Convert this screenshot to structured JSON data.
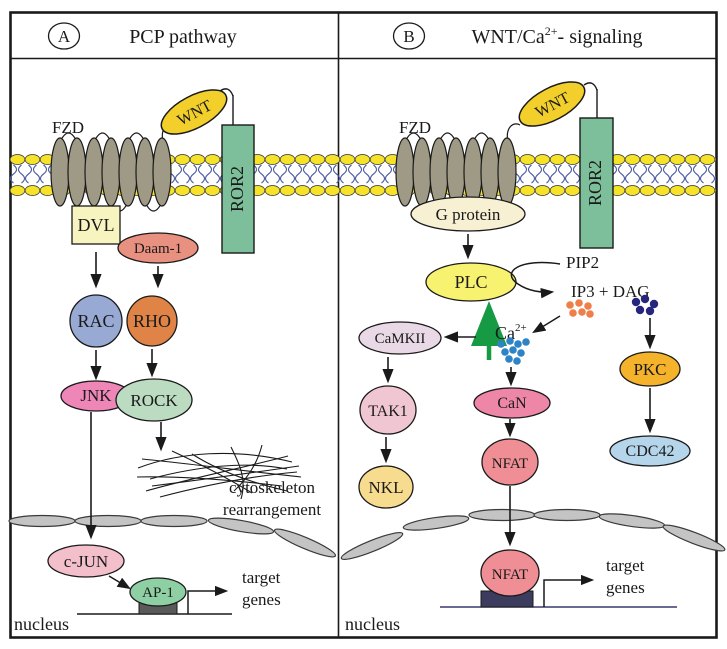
{
  "colors": {
    "border": "#1a1a1a",
    "membrane_head": "#f6e229",
    "membrane_tail": "#4a5aa0",
    "helix": "#9e9a85",
    "wnt": "#f2cf2a",
    "ror2": "#7dbf9a",
    "ror2_text": "#2e4f5e",
    "dvl": "#f8f4c0",
    "daam1": "#e89180",
    "rac": "#98a9d4",
    "rho": "#e08346",
    "jnk": "#ee87b8",
    "rock": "#bcdcc2",
    "cjun": "#f2bfca",
    "ap1": "#8ed0a4",
    "g_protein": "#f7f0d3",
    "plc": "#f7f370",
    "camkii": "#e9d9e6",
    "tak1": "#f0c6d2",
    "nkl": "#f7dc90",
    "can": "#ee86a8",
    "nfat": "#ef8e94",
    "pkc": "#f5b32b",
    "cdc42": "#b5d5ea",
    "ip3_dots": "#ee7f4b",
    "dag_dots": "#26267e",
    "ca_dots": "#2d83c5",
    "ca_arrow": "#169a43",
    "envelope": "#c4c4c4",
    "promoter_a": "#5a5a5a",
    "promoter_b": "#3c3c5e",
    "dna_b": "#3a3a6e"
  },
  "panel_a": {
    "badge": "A",
    "title": "PCP pathway",
    "fzd": "FZD",
    "wnt": "WNT",
    "ror2": "ROR2",
    "dvl": "DVL",
    "daam1": "Daam-1",
    "rac": "RAC",
    "rho": "RHO",
    "jnk": "JNK",
    "rock": "ROCK",
    "cytoskeleton_1": "cytoskeleton",
    "cytoskeleton_2": "rearrangement",
    "cjun": "c-JUN",
    "ap1": "AP-1",
    "target_1": "target",
    "target_2": "genes",
    "nucleus": "nucleus"
  },
  "panel_b": {
    "badge": "B",
    "title_pre": "WNT/Ca",
    "title_sup": "2+",
    "title_post": "- signaling",
    "fzd": "FZD",
    "wnt": "WNT",
    "ror2": "ROR2",
    "g_protein": "G protein",
    "plc": "PLC",
    "pip2": "PIP2",
    "ip3_dag": "IP3 + DAG",
    "ca_pre": "Ca",
    "ca_sup": "2+",
    "camkii": "CaMKII",
    "tak1": "TAK1",
    "nkl": "NKL",
    "can": "CaN",
    "nfat": "NFAT",
    "pkc": "PKC",
    "cdc42": "CDC42",
    "nfat_nuclear": "NFAT",
    "target_1": "target",
    "target_2": "genes",
    "nucleus": "nucleus"
  }
}
